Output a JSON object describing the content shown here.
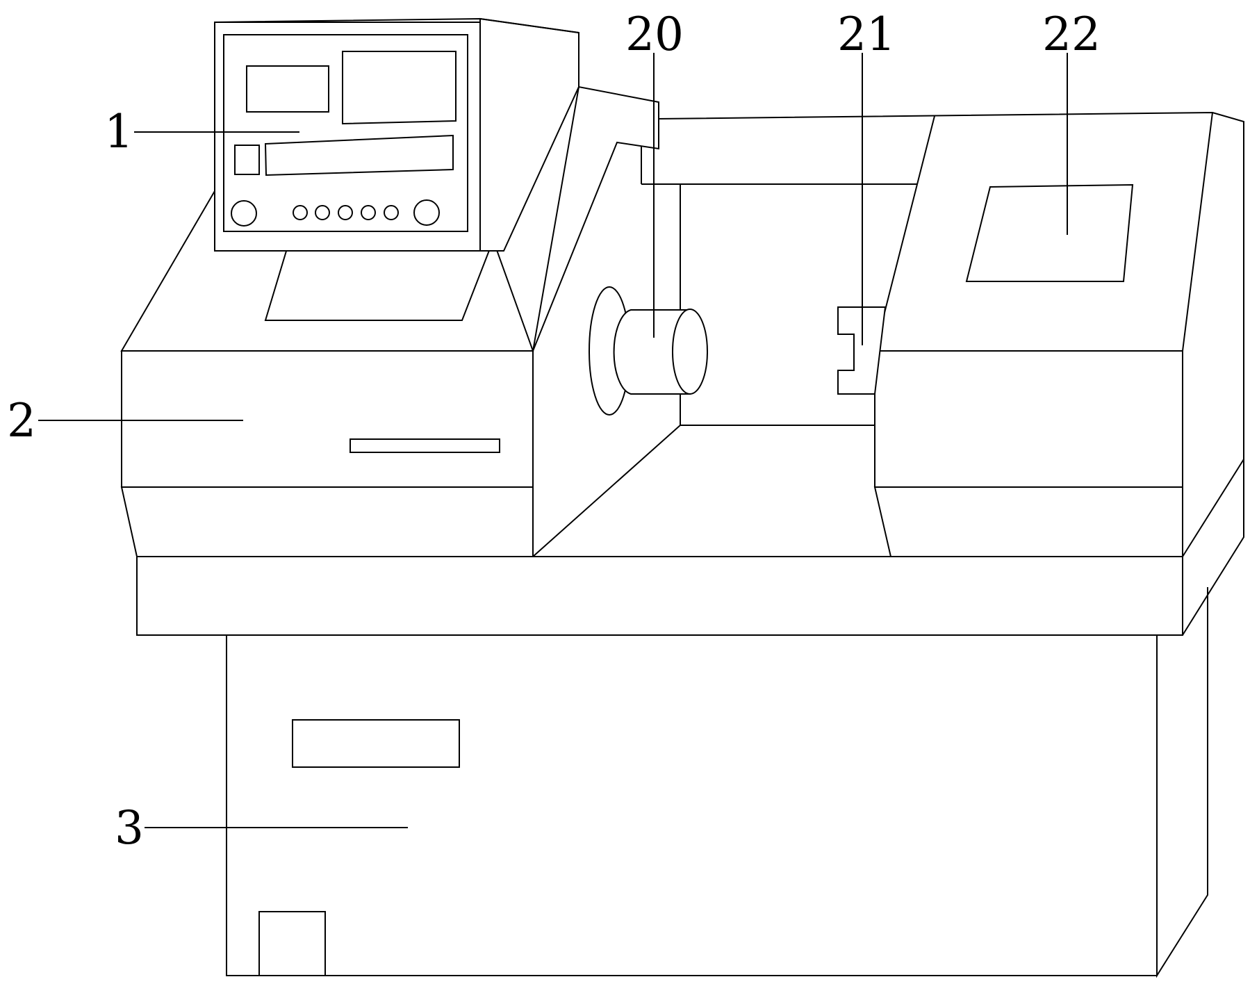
{
  "figure": {
    "kind": "patent line drawing",
    "colors": {
      "line": "#000000",
      "background": "#ffffff"
    }
  },
  "reference_labels": {
    "label_1": "1",
    "label_2": "2",
    "label_3": "3",
    "label_20": "20",
    "label_21": "21",
    "label_22": "22"
  }
}
